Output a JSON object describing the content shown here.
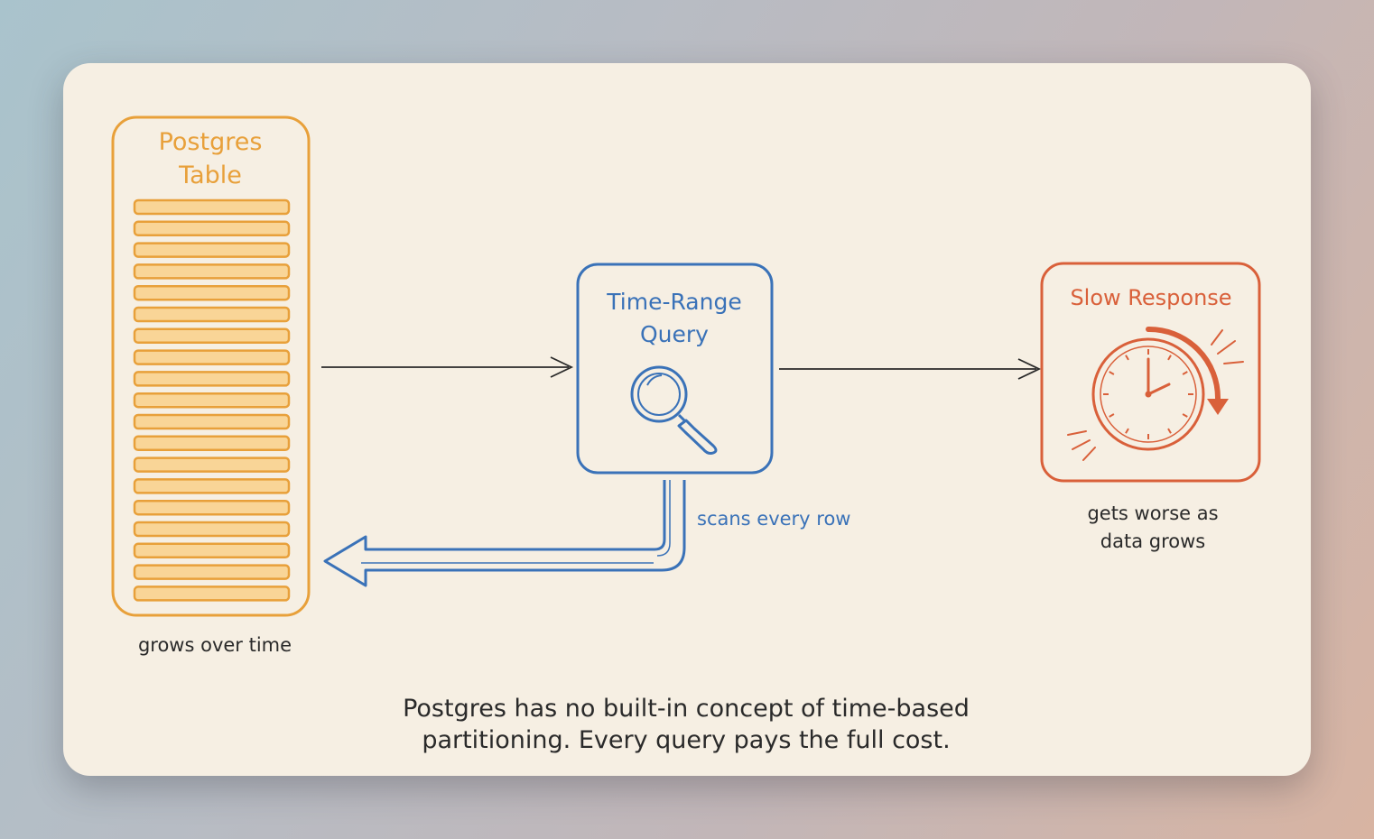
{
  "diagram": {
    "table": {
      "title_line1": "Postgres",
      "title_line2": "Table",
      "row_count": 19,
      "caption": "grows over time"
    },
    "query": {
      "title_line1": "Time-Range",
      "title_line2": "Query",
      "icon": "magnifier-icon",
      "scan_label": "scans every row"
    },
    "response": {
      "title": "Slow Response",
      "icon": "clock-icon",
      "caption_line1": "gets worse as",
      "caption_line2": "data grows"
    },
    "footer": {
      "line1": "Postgres has no built-in concept of time-based",
      "line2": "partitioning. Every query pays the full cost."
    }
  },
  "colors": {
    "table": "#e8a03a",
    "table_row_fill": "#f9d597",
    "query": "#3a72b8",
    "response": "#d9603a",
    "ink": "#2a2a2a",
    "card": "#f6efe3"
  }
}
